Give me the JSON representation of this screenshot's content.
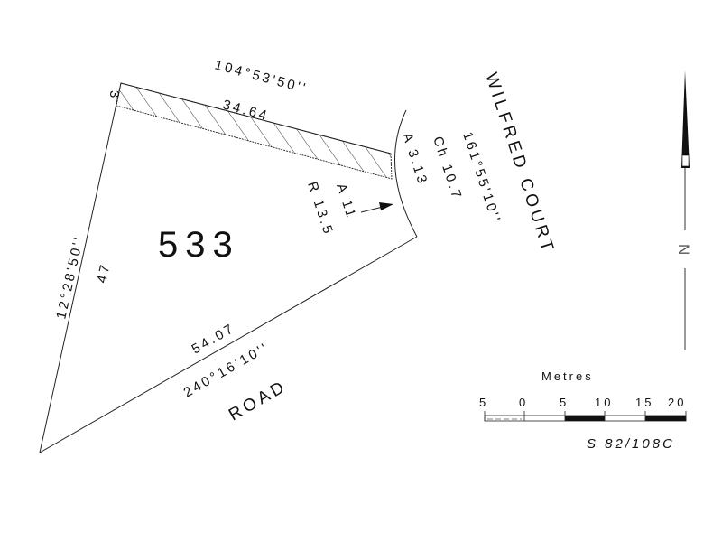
{
  "plan": {
    "lot_number": "533",
    "corner_label": "3",
    "plan_reference": "S 82/108C"
  },
  "boundaries": {
    "top": {
      "bearing": "104°53'50''",
      "distance": "34.64"
    },
    "left": {
      "bearing": "12°28'50''",
      "distance": "47"
    },
    "bottom": {
      "bearing": "240°16'10''",
      "distance": "54.07"
    },
    "arc_inner": {
      "arc": "A 3.13"
    },
    "arc_outer": {
      "chord": "Ch 10.7",
      "bearing": "161°55'10''"
    },
    "arc_total": {
      "arc": "A 11",
      "radius": "R 13.5"
    }
  },
  "streets": {
    "court": "WILFRED COURT",
    "road": "ROAD"
  },
  "north_arrow": {
    "label": "N"
  },
  "scale_bar": {
    "unit": "Metres",
    "ticks": [
      "5",
      "0",
      "5",
      "10",
      "15",
      "20"
    ]
  },
  "colors": {
    "ink": "#111111",
    "background": "#ffffff"
  }
}
